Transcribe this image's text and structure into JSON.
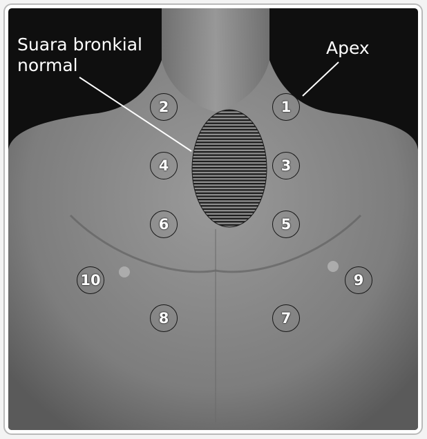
{
  "labels": {
    "bronchial_line1": "Suara bronkial",
    "bronchial_line2": "normal",
    "apex": "Apex"
  },
  "points": [
    {
      "id": "p1",
      "number": "1"
    },
    {
      "id": "p2",
      "number": "2"
    },
    {
      "id": "p3",
      "number": "3"
    },
    {
      "id": "p4",
      "number": "4"
    },
    {
      "id": "p5",
      "number": "5"
    },
    {
      "id": "p6",
      "number": "6"
    },
    {
      "id": "p7",
      "number": "7"
    },
    {
      "id": "p8",
      "number": "8"
    },
    {
      "id": "p9",
      "number": "9"
    },
    {
      "id": "p10",
      "number": "10"
    }
  ],
  "colors": {
    "background": "#0f0f0f",
    "skin": "#8a8a8a",
    "frame": "#ffffff",
    "label_text": "#ffffff"
  }
}
